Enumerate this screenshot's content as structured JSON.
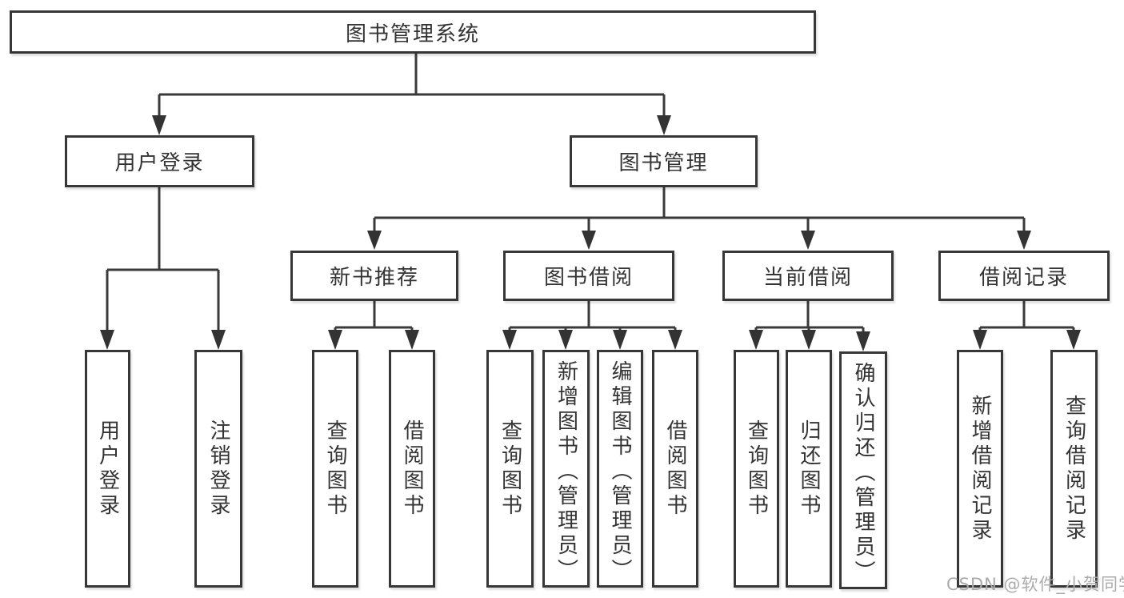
{
  "tree": {
    "root": "图书管理系统",
    "children": [
      {
        "label": "用户登录",
        "children": [
          {
            "label": "用户登录"
          },
          {
            "label": "注销登录"
          }
        ]
      },
      {
        "label": "图书管理",
        "children": [
          {
            "label": "新书推荐",
            "children": [
              {
                "label": "查询图书"
              },
              {
                "label": "借阅图书"
              }
            ]
          },
          {
            "label": "图书借阅",
            "children": [
              {
                "label": "查询图书"
              },
              {
                "label": "新增图书（管理员）"
              },
              {
                "label": "编辑图书（管理员）"
              },
              {
                "label": "借阅图书"
              }
            ]
          },
          {
            "label": "当前借阅",
            "children": [
              {
                "label": "查询图书"
              },
              {
                "label": "归还图书"
              },
              {
                "label": "确认归还（管理员）"
              }
            ]
          },
          {
            "label": "借阅记录",
            "children": [
              {
                "label": "新增借阅记录"
              },
              {
                "label": "查询借阅记录"
              }
            ]
          }
        ]
      }
    ]
  },
  "watermark": "CSDN @软件_小贺同学",
  "colors": {
    "line": "#3a3a3a",
    "border": "#373737",
    "text": "#333333",
    "background": "#ffffff",
    "watermark": "#ababab"
  }
}
